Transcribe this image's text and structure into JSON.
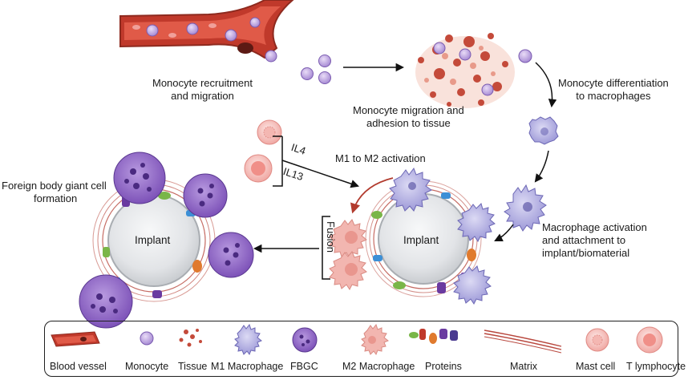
{
  "steps": {
    "recruitment": [
      "Monocyte recruitment",
      "and migration"
    ],
    "migration_adhesion": [
      "Monocyte migration and",
      "adhesion to tissue"
    ],
    "differentiation": [
      "Monocyte differentiation",
      "to macrophages"
    ],
    "activation": [
      "Macrophage activation",
      "and attachment to",
      "implant/biomaterial"
    ],
    "m1_m2": "M1 to M2 activation",
    "fbgc": [
      "Foreign body giant cell",
      "formation"
    ]
  },
  "cytokines": {
    "il4": "IL4",
    "il13": "IL13"
  },
  "fusion": "Fusion",
  "implant": "Implant",
  "legend": {
    "blood_vessel": "Blood vessel",
    "monocyte": "Monocyte",
    "tissue": "Tissue",
    "m1": "M1 Macrophage",
    "fbgc": "FBGC",
    "m2": "M2 Macrophage",
    "proteins": "Proteins",
    "matrix": "Matrix",
    "mast_cell": "Mast cell",
    "t_lymphocyte": "T lymphocyte"
  },
  "colors": {
    "vessel": "#c0392b",
    "monocyte": "#a78bd4",
    "m1": "#9e9ad8",
    "m2": "#f2b6b0",
    "fbgc": "#7d52b8",
    "implant": "#e6e8ea",
    "matrix": "#b8473d",
    "mast": "#f4c2c2",
    "arrow": "#111111",
    "m1m2_arrow": "#b23b2e"
  }
}
